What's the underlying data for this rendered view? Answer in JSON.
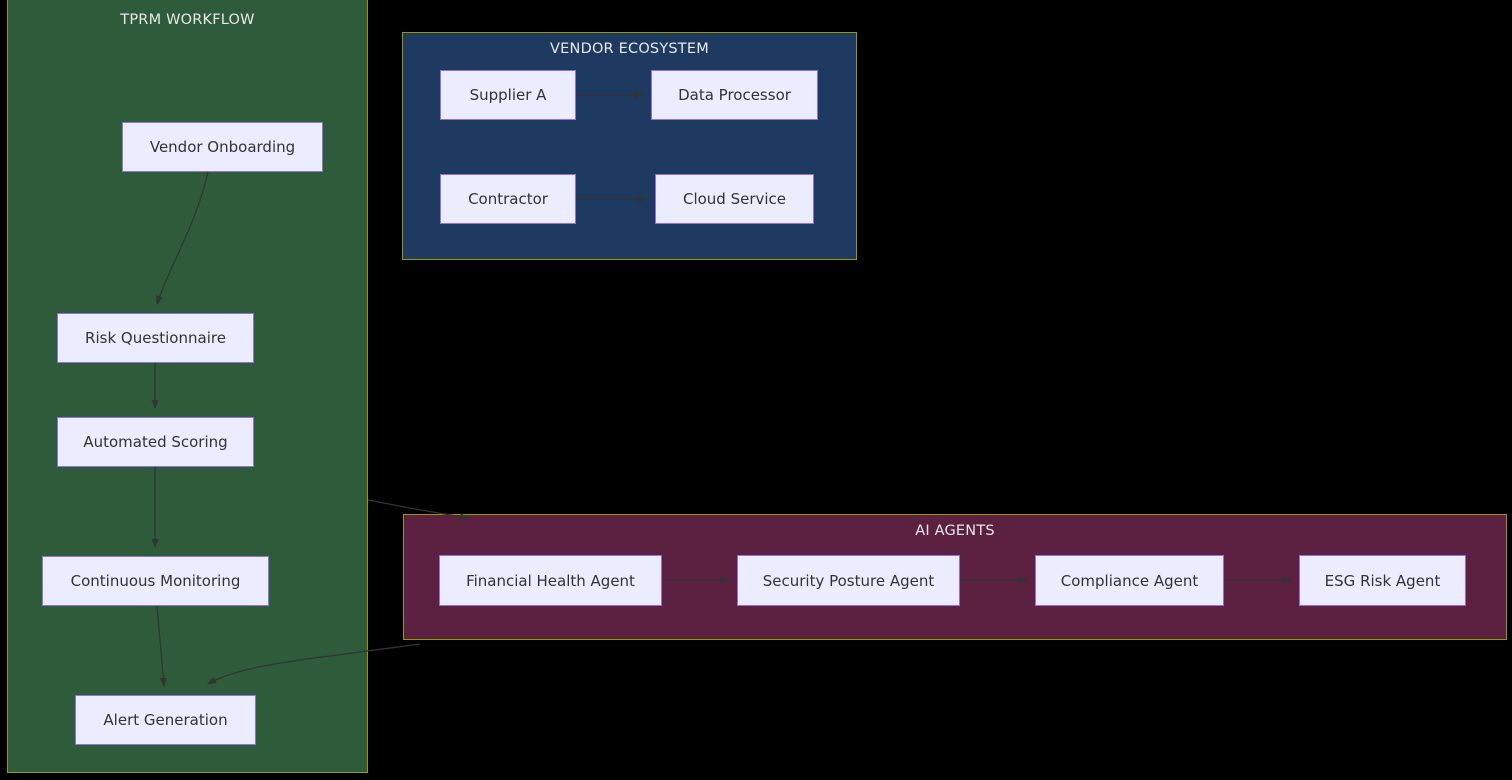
{
  "diagram": {
    "type": "flowchart",
    "background": "#000000",
    "palette": {
      "tprm_fill": "#2E5B3A",
      "vendor_fill": "#1F3A60",
      "agents_fill": "#5C2041",
      "cluster_border": "#999900",
      "node_fill": "#ECECFF",
      "node_border": "#9370DB",
      "node_text": "#333333",
      "cluster_title_text": "#E8E8E8",
      "edge_stroke": "#333333"
    },
    "clusters": [
      {
        "id": "tprm",
        "title": "TPRM WORKFLOW",
        "nodes": [
          {
            "id": "onboarding",
            "label": "Vendor Onboarding"
          },
          {
            "id": "questionnaire",
            "label": "Risk Questionnaire"
          },
          {
            "id": "scoring",
            "label": "Automated Scoring"
          },
          {
            "id": "monitoring",
            "label": "Continuous Monitoring"
          },
          {
            "id": "alerts",
            "label": "Alert Generation"
          }
        ]
      },
      {
        "id": "vendor",
        "title": "VENDOR ECOSYSTEM",
        "nodes": [
          {
            "id": "supplier-a",
            "label": "Supplier A"
          },
          {
            "id": "data-processor",
            "label": "Data Processor"
          },
          {
            "id": "contractor",
            "label": "Contractor"
          },
          {
            "id": "cloud-service",
            "label": "Cloud Service"
          }
        ]
      },
      {
        "id": "agents",
        "title": "AI AGENTS",
        "nodes": [
          {
            "id": "financial-health-agent",
            "label": "Financial Health Agent"
          },
          {
            "id": "security-posture-agent",
            "label": "Security Posture Agent"
          },
          {
            "id": "compliance-agent",
            "label": "Compliance Agent"
          },
          {
            "id": "esg-risk-agent",
            "label": "ESG Risk Agent"
          }
        ]
      }
    ],
    "edges": [
      {
        "from": "onboarding",
        "to": "questionnaire"
      },
      {
        "from": "questionnaire",
        "to": "scoring"
      },
      {
        "from": "scoring",
        "to": "monitoring"
      },
      {
        "from": "monitoring",
        "to": "alerts"
      },
      {
        "from": "supplier-a",
        "to": "data-processor"
      },
      {
        "from": "contractor",
        "to": "cloud-service"
      },
      {
        "from": "financial-health-agent",
        "to": "security-posture-agent"
      },
      {
        "from": "security-posture-agent",
        "to": "compliance-agent"
      },
      {
        "from": "compliance-agent",
        "to": "esg-risk-agent"
      },
      {
        "from": "scoring",
        "to": "financial-health-agent"
      },
      {
        "from": "compliance-agent",
        "to": "alerts"
      }
    ]
  }
}
